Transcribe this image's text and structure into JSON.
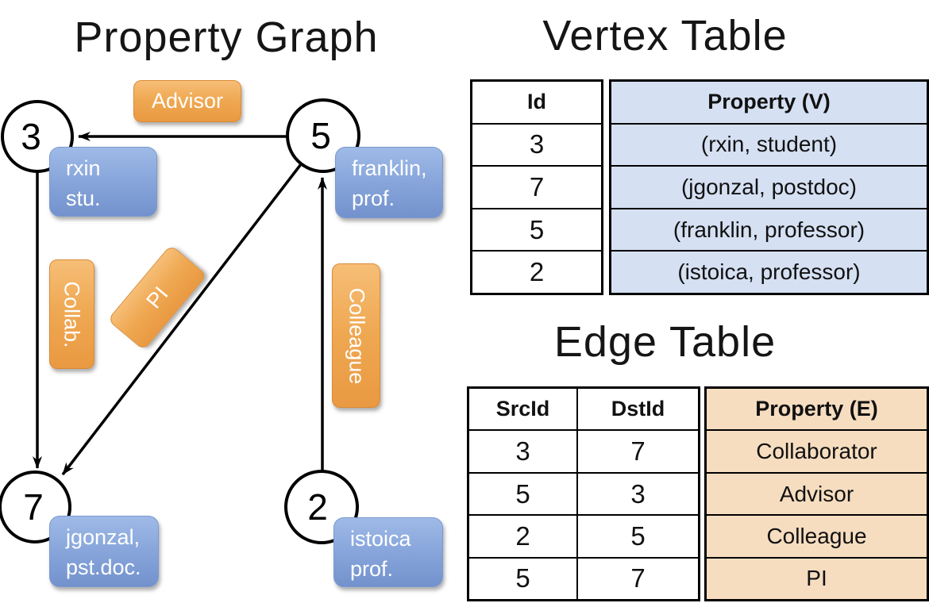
{
  "colors": {
    "edge_label_orange": "#EFA852",
    "vertex_box_blue": "#88A6DB",
    "vertex_table_fill": "#D5E0F2",
    "edge_table_fill": "#F6DDC0"
  },
  "graph": {
    "title": "Property Graph",
    "nodes": {
      "n3": {
        "id": "3",
        "prop_line1": "rxin",
        "prop_line2": "stu."
      },
      "n5": {
        "id": "5",
        "prop_line1": "franklin,",
        "prop_line2": "prof."
      },
      "n7": {
        "id": "7",
        "prop_line1": "jgonzal,",
        "prop_line2": "pst.doc."
      },
      "n2": {
        "id": "2",
        "prop_line1": "istoica",
        "prop_line2": "prof."
      }
    },
    "edge_labels": {
      "advisor": "Advisor",
      "collab": "Collab.",
      "pi": "PI",
      "colleague": "Colleague"
    }
  },
  "vertex_table": {
    "title": "Vertex Table",
    "columns": {
      "id": "Id",
      "property": "Property (V)"
    },
    "rows": [
      {
        "id": "3",
        "property": "(rxin, student)"
      },
      {
        "id": "7",
        "property": "(jgonzal, postdoc)"
      },
      {
        "id": "5",
        "property": "(franklin, professor)"
      },
      {
        "id": "2",
        "property": "(istoica, professor)"
      }
    ]
  },
  "edge_table": {
    "title": "Edge Table",
    "columns": {
      "src": "SrcId",
      "dst": "DstId",
      "property": "Property (E)"
    },
    "rows": [
      {
        "src": "3",
        "dst": "7",
        "property": "Collaborator"
      },
      {
        "src": "5",
        "dst": "3",
        "property": "Advisor"
      },
      {
        "src": "2",
        "dst": "5",
        "property": "Colleague"
      },
      {
        "src": "5",
        "dst": "7",
        "property": "PI"
      }
    ]
  }
}
